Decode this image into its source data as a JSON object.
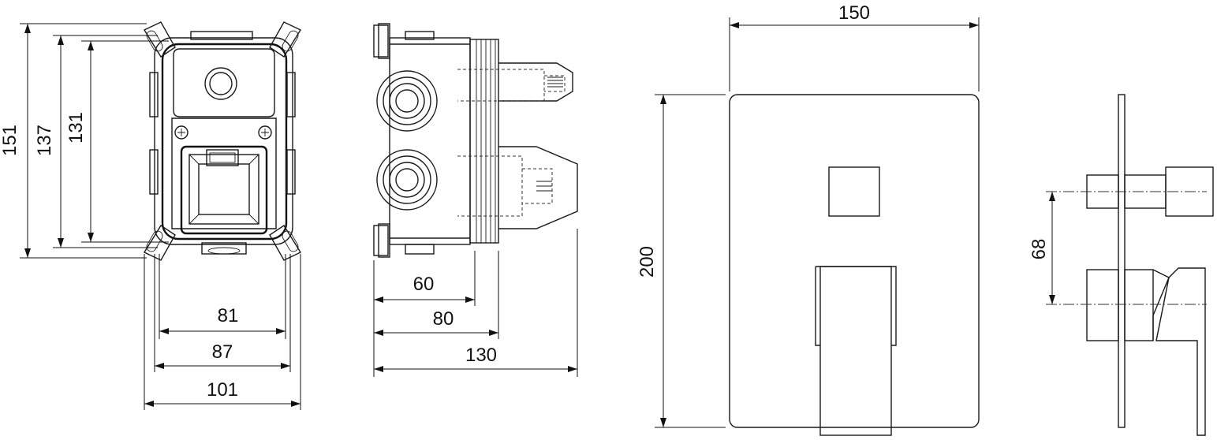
{
  "dimensions": {
    "front_box_height_151": "151",
    "front_box_height_137": "137",
    "front_box_height_131": "131",
    "front_box_width_81": "81",
    "front_box_width_87": "87",
    "front_box_width_101": "101",
    "side_box_depth_60": "60",
    "side_box_depth_80": "80",
    "side_box_depth_130": "130",
    "plate_width": "150",
    "plate_height": "200",
    "handle_spacing": "68"
  },
  "colors": {
    "line": "#1a1a1a",
    "background": "#ffffff"
  }
}
